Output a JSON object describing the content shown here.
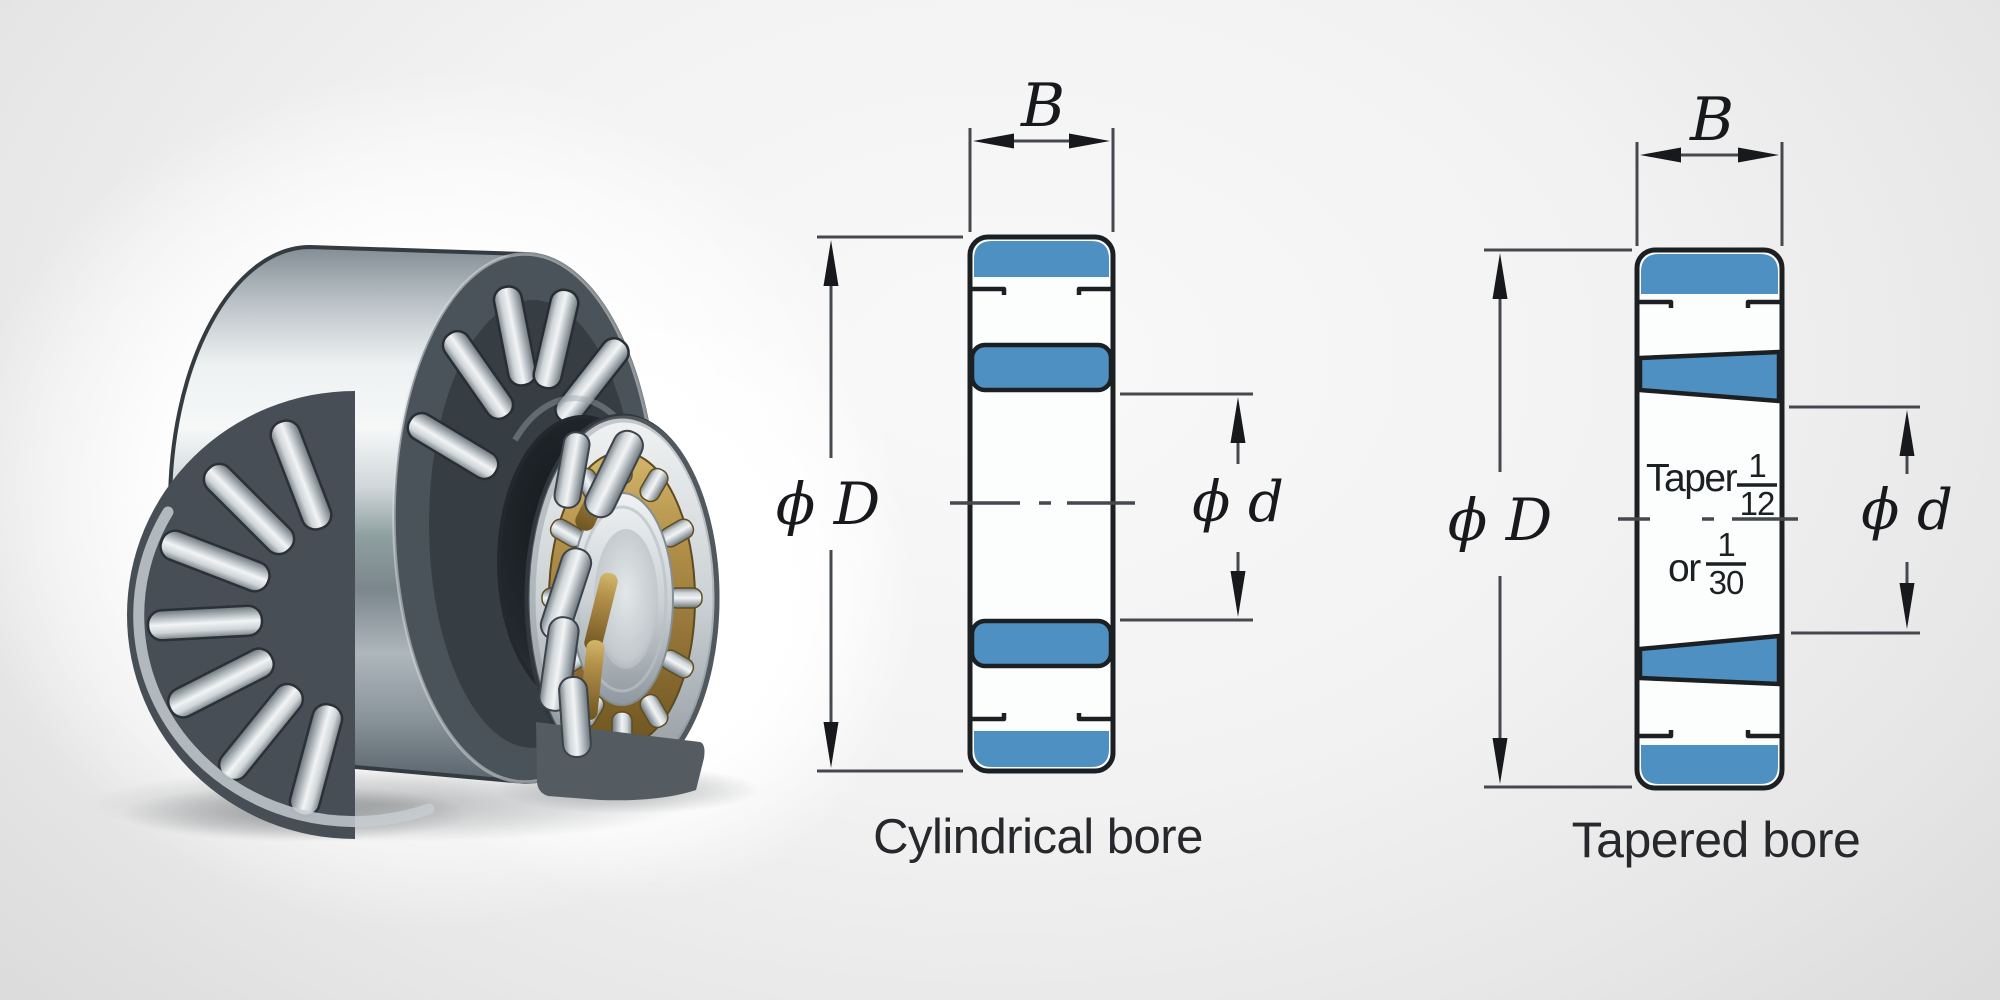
{
  "colors": {
    "section_fill_blue": "#4e90c1",
    "outline": "#1c2023",
    "dimension_lines": "#45494e",
    "text": "#26282b",
    "background_center": "#f9f9f9",
    "background_edge": "#cccccc",
    "steel_highlight": "#eef1f2",
    "steel_shadow": "#5c666d",
    "brass_cage": "#a8893f"
  },
  "photo": {
    "left_item": "tapered roller bearing with separated cone",
    "right_item": "cylindrical roller bearing with brass cage"
  },
  "diagrams": {
    "cylindrical": {
      "caption": "Cylindrical bore",
      "width_label": "B",
      "outer_diameter_label": "ϕ D",
      "bore_diameter_label": "ϕ d"
    },
    "tapered": {
      "caption": "Tapered bore",
      "width_label": "B",
      "outer_diameter_label": "ϕ D",
      "bore_diameter_label": "ϕ d",
      "taper_note": {
        "word": "Taper",
        "primary_fraction": {
          "numerator": "1",
          "denominator": "12"
        },
        "conjunction": "or",
        "secondary_fraction": {
          "numerator": "1",
          "denominator": "30"
        }
      }
    }
  }
}
